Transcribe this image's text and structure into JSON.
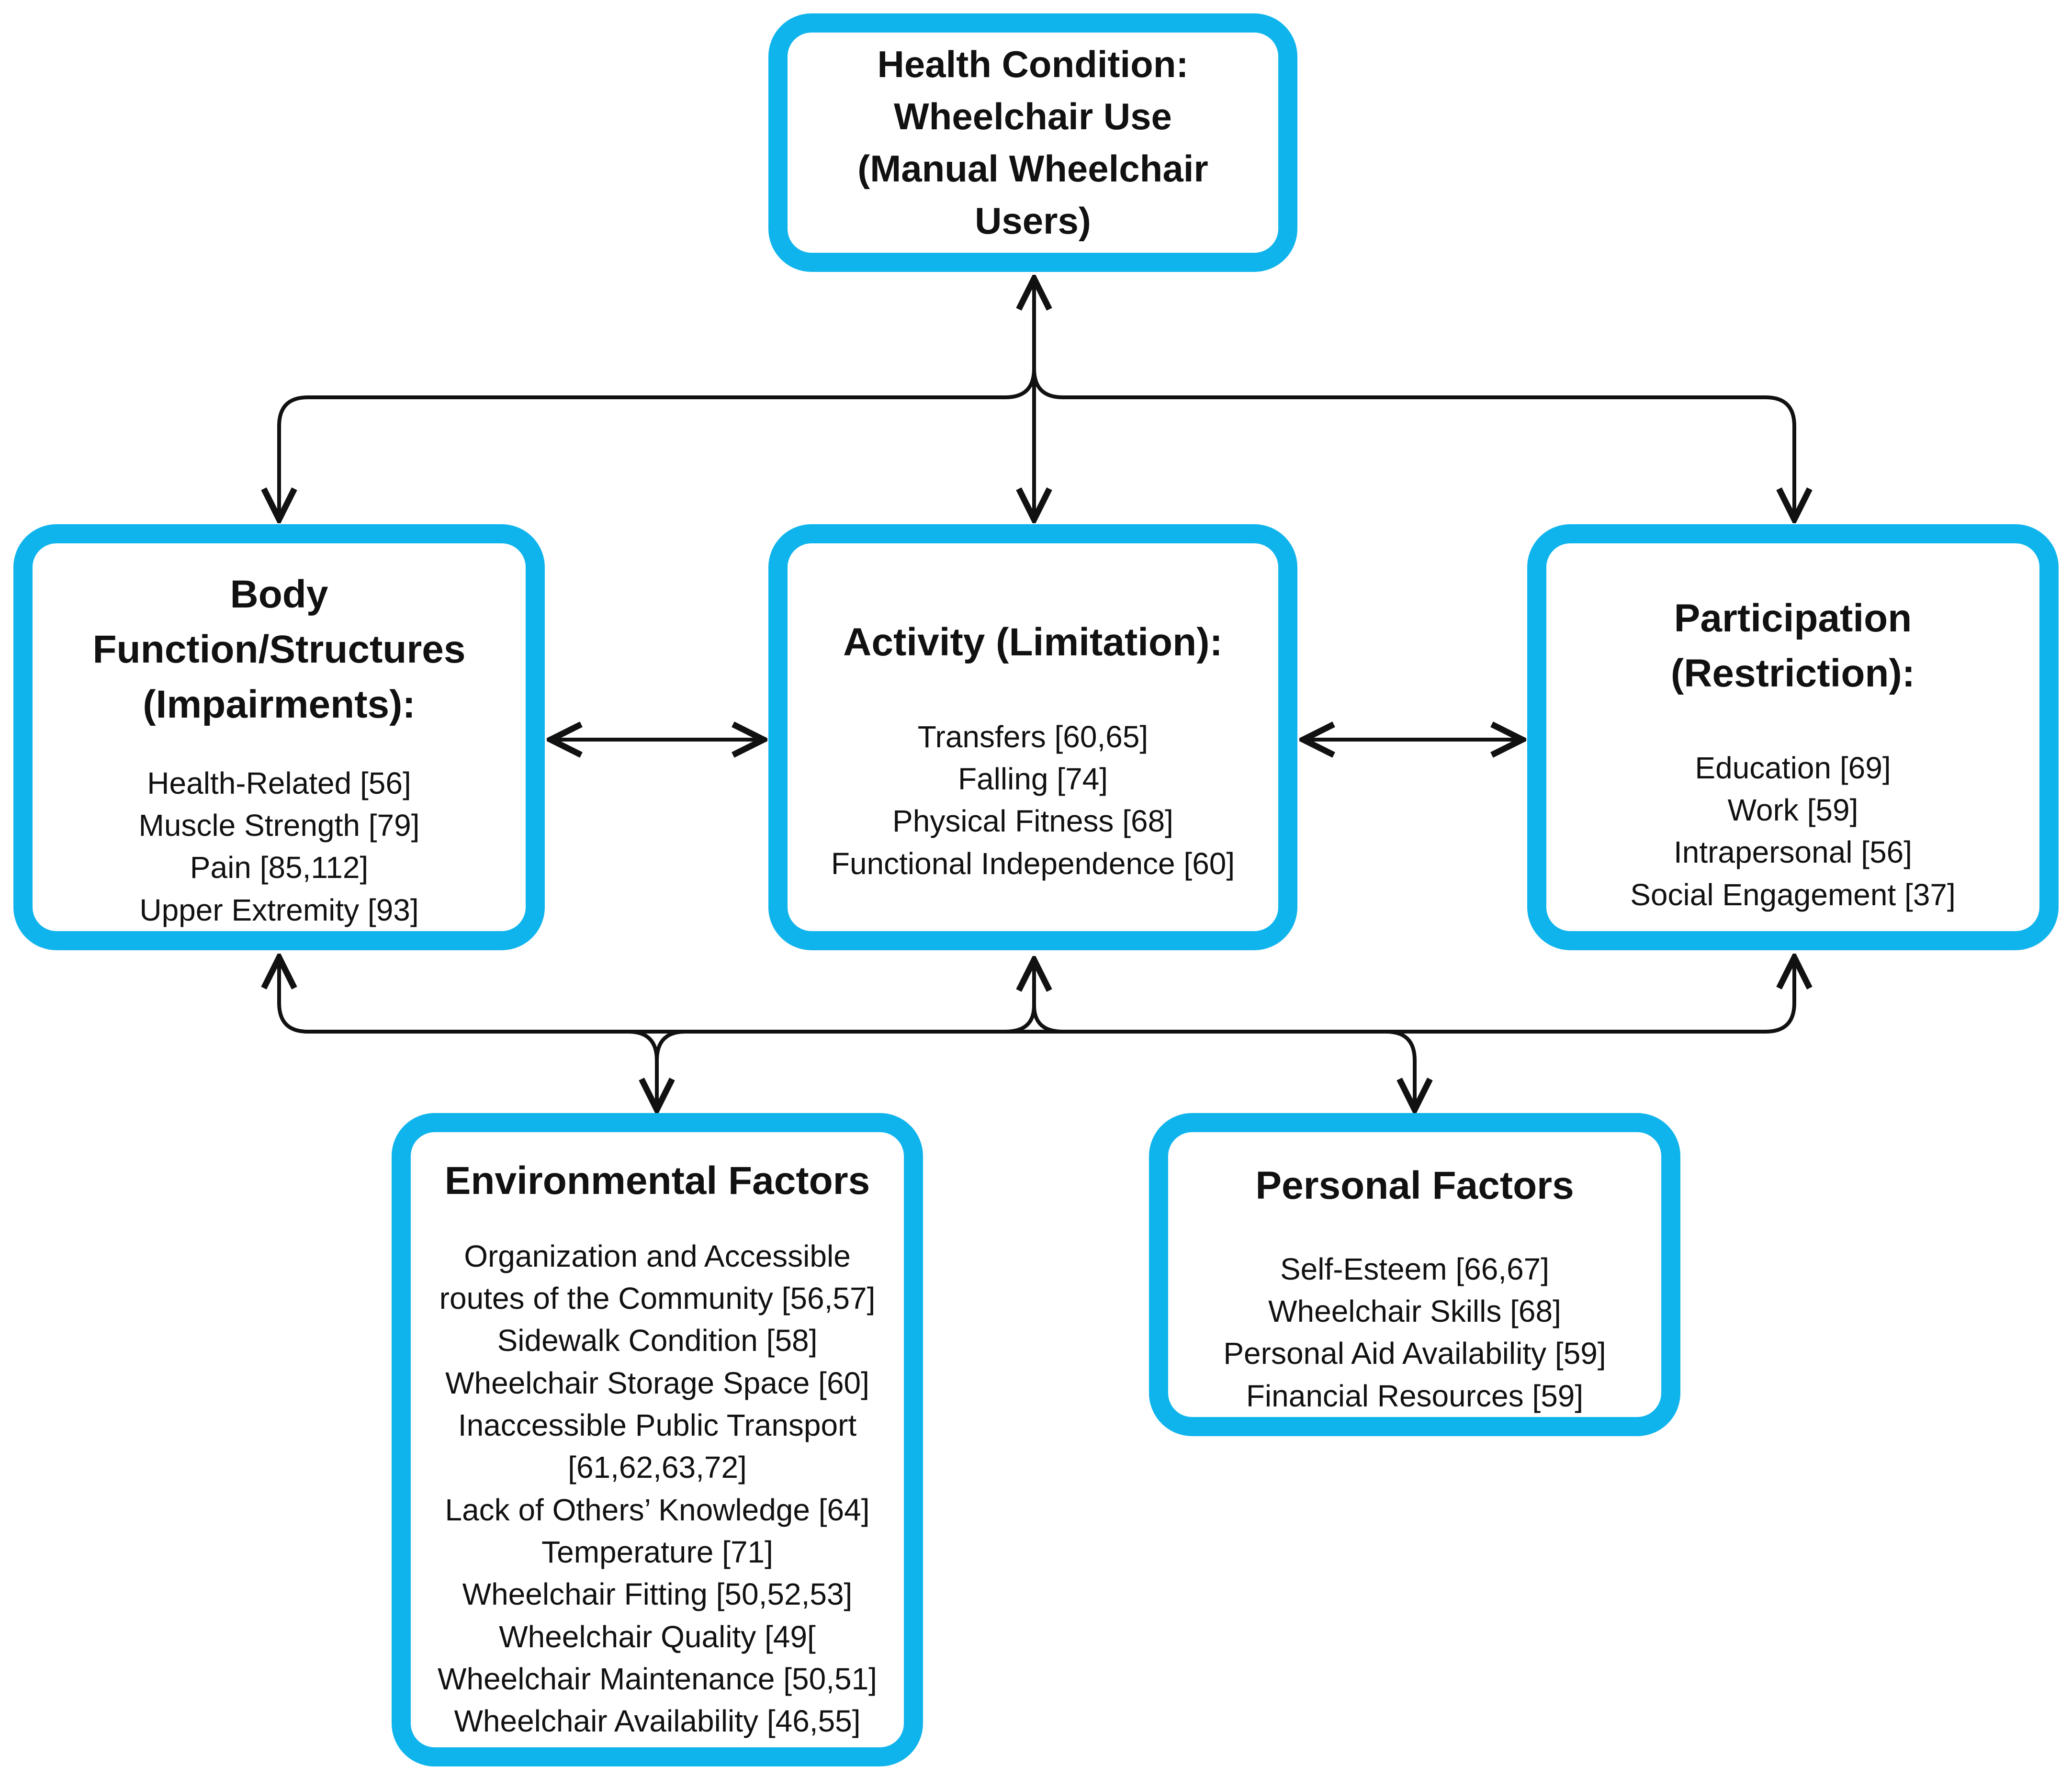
{
  "nodes": {
    "health": {
      "title_lines": [
        "Health Condition:",
        "Wheelchair Use",
        "(Manual Wheelchair",
        "Users)"
      ],
      "items": []
    },
    "body": {
      "title_lines": [
        "Body",
        "Function/Structures",
        "(Impairments):"
      ],
      "items": [
        "Health-Related [56]",
        "Muscle Strength [79]",
        "Pain [85,112]",
        "Upper Extremity [93]"
      ]
    },
    "activity": {
      "title_lines": [
        "Activity (Limitation):"
      ],
      "items": [
        "Transfers [60,65]",
        "Falling [74]",
        "Physical Fitness [68]",
        "Functional Independence [60]"
      ]
    },
    "participation": {
      "title_lines": [
        "Participation",
        "(Restriction):"
      ],
      "items": [
        "Education [69]",
        "Work [59]",
        "Intrapersonal [56]",
        "Social Engagement [37]"
      ]
    },
    "environmental": {
      "title_lines": [
        "Environmental Factors"
      ],
      "items": [
        "Organization and Accessible",
        "routes of the Community [56,57]",
        "Sidewalk Condition [58]",
        "Wheelchair Storage Space [60]",
        "Inaccessible Public Transport",
        "[61,62,63,72]",
        "Lack of Others’ Knowledge [64]",
        "Temperature [71]",
        "Wheelchair Fitting [50,52,53]",
        "Wheelchair Quality [49[",
        "Wheelchair Maintenance [50,51]",
        "Wheelchair Availability [46,55]"
      ]
    },
    "personal": {
      "title_lines": [
        "Personal Factors"
      ],
      "items": [
        "Self-Esteem [66,67]",
        "Wheelchair Skills [68]",
        "Personal Aid Availability [59]",
        "Financial Resources [59]"
      ]
    }
  },
  "colors": {
    "box_border": "#10b4ec",
    "connector": "#111111"
  }
}
